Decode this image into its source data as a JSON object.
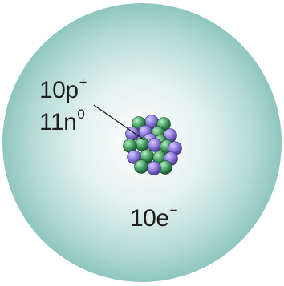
{
  "labels": {
    "protons": {
      "value": "10p",
      "superscript": "+"
    },
    "neutrons": {
      "value": "11n",
      "superscript": "0"
    },
    "electrons": {
      "value": "10e",
      "superscript": "−"
    }
  },
  "nucleus": {
    "particles": [
      {
        "type": "neutron"
      },
      {
        "type": "proton"
      },
      {
        "type": "neutron"
      },
      {
        "type": "proton"
      },
      {
        "type": "proton"
      },
      {
        "type": "neutron"
      },
      {
        "type": "proton"
      },
      {
        "type": "neutron"
      },
      {
        "type": "neutron"
      },
      {
        "type": "proton"
      },
      {
        "type": "neutron"
      },
      {
        "type": "proton"
      },
      {
        "type": "proton"
      },
      {
        "type": "neutron"
      },
      {
        "type": "neutron"
      },
      {
        "type": "proton"
      },
      {
        "type": "neutron"
      },
      {
        "type": "proton"
      },
      {
        "type": "neutron"
      },
      {
        "type": "proton"
      },
      {
        "type": "neutron"
      }
    ]
  },
  "colors": {
    "cloud_center": "#ffffff",
    "cloud_edge": "#8fc6c0",
    "proton": "#8a74d8",
    "neutron": "#3f9a5c",
    "text": "#1f1f1f"
  }
}
